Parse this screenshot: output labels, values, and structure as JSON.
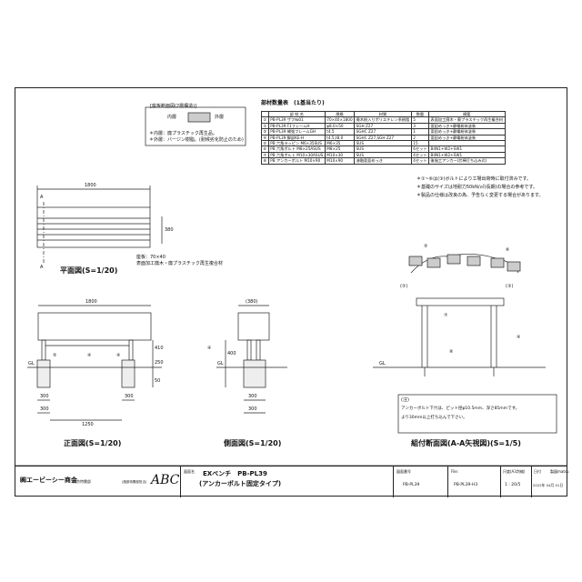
{
  "material_box": {
    "title": "[座板断面図(2層構造)]",
    "inner_label": "内層",
    "outer_label": "外層",
    "note1": "＊内層：廃プラスチック再生品。",
    "note2": "＊外層：バージン樹脂。(耐候劣化防止のため)"
  },
  "bom": {
    "title": "部材数量表",
    "subtitle": "(1基当たり)",
    "headers": [
      "",
      "部 材 名",
      "規格",
      "材質",
      "数量",
      "摘要"
    ],
    "rows": [
      [
        "①",
        "PB-PL39 ザフ№01",
        "70×40×1800",
        "廃木粉入りポリエチレン系樹脂",
        "5",
        "表面加工廃木・廃プラスチック再生複合材"
      ],
      [
        "②",
        "PB-PL39 F1フレームH",
        "φ8.0×50",
        "SGH Z27",
        "3",
        "亜鉛めっき+静電粉体塗装"
      ],
      [
        "③",
        "PB-PL39 補強フレームGH",
        "t4.5",
        "SGHC Z27",
        "1",
        "亜鉛めっき+静電粉体塗装"
      ],
      [
        "④",
        "PB-PL39 脚部KE-H",
        "t4.5,t8.0",
        "SGHC Z27,SGH Z27",
        "2",
        "亜鉛めっき+静電粉体塗装"
      ],
      [
        "⑤",
        "PB 六角ラッピン M6×35SUS",
        "M6×35",
        "SUS",
        "15",
        ""
      ],
      [
        "⑥",
        "PB 六角ボルト M8×25ASUS",
        "M8×25",
        "SUS",
        "6セット",
        "B4N1+W2+SW1"
      ],
      [
        "⑦",
        "PB 六角ボルト M10×30ASUS",
        "M10×30",
        "SUS",
        "4セット",
        "B4N1+W2+SW1"
      ],
      [
        "⑧",
        "PB アンカーボルト M10×90",
        "M10×90",
        "溶融亜鉛めっき",
        "4セット",
        "後施工アンカー(芯棒打ち込み式)"
      ]
    ]
  },
  "notes": [
    "＊①~⑥は(③)ボルトにより工場出荷時に取付済みです。",
    "＊基礎のサイズは地耐力50kN/㎡(長期)の場合の参考です。",
    "＊製品の仕様は改良の為、予告なく変更する場合があります。"
  ],
  "plan": {
    "width": "1800",
    "depth": "380",
    "section_mark": "A",
    "seat_note1": "座板：70×40",
    "seat_note2": "表面加工廃木・廃プラスチック再生複合材",
    "caption": "平面図(S=1/20)"
  },
  "front": {
    "width": "1800",
    "footing": "300",
    "pitch": "1250",
    "h1": "410",
    "h2": "250",
    "h3": "50",
    "gl": "GL",
    "caption": "正面図(S=1/20)"
  },
  "side": {
    "depth": "(380)",
    "h": "400",
    "footing": "300",
    "footing2": "300",
    "gl": "GL",
    "caption": "側面図(S=1/20)"
  },
  "section": {
    "gl": "GL",
    "note_head": "(注)",
    "note1": "アンカーボルト下穴は、ピット径φ10.5mm、深さ85mmです。",
    "note2": "より30mm以上打ち込んで下さい。",
    "caption": "組付断面図(A-A矢視図)(S=1/5)"
  },
  "title_block": {
    "company": "㈱エービーシー商会",
    "dept": "東京特需部",
    "dept2": "(施設特需部担当)",
    "logo": "ABC",
    "drawing_name_label": "図面名",
    "drawing_name1": "EXベンチ　PB-PL39",
    "drawing_name2": "(アンカーボルト固定タイプ)",
    "drawing_no_label": "図面番号",
    "drawing_no": "PB-PL39",
    "file_label": "File:",
    "file": "PB-PL39-H3",
    "scale_label": "尺度(A3判縮)",
    "scale_value": "1 :  20/5",
    "date_label": "日付",
    "date": "2022年 04月 01日",
    "draw_label": "製図",
    "draw_by": "matsu"
  }
}
